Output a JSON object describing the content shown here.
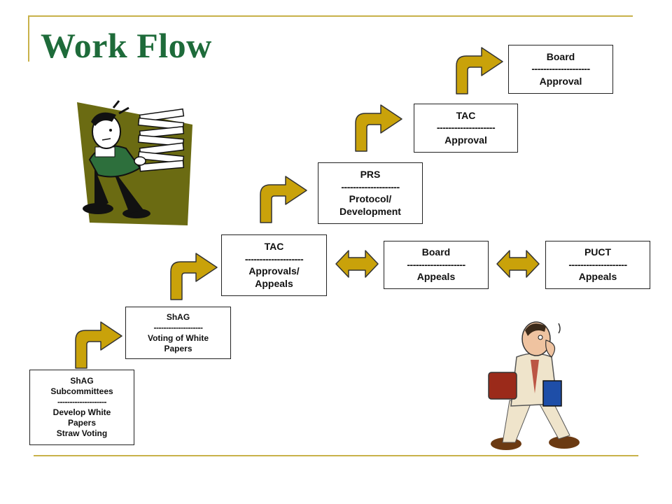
{
  "title": "Work Flow",
  "separator": "--------------------",
  "boxes": {
    "shag_subcommittees": {
      "lines": [
        "ShAG",
        "Subcommittees",
        "Develop White",
        "Papers",
        "Straw Voting"
      ]
    },
    "shag_voting": {
      "top": "ShAG",
      "bottom": [
        "Voting of White",
        "Papers"
      ]
    },
    "tac_appeals": {
      "top": "TAC",
      "bottom": [
        "Approvals/",
        "Appeals"
      ]
    },
    "prs": {
      "top": "PRS",
      "bottom": [
        "Protocol/",
        "Development"
      ]
    },
    "tac_approval": {
      "top": "TAC",
      "bottom": "Approval"
    },
    "board_approval": {
      "top": "Board",
      "bottom": "Approval"
    },
    "board_appeals": {
      "top": "Board",
      "bottom": "Appeals"
    },
    "puct_appeals": {
      "top": "PUCT",
      "bottom": "Appeals"
    }
  },
  "colors": {
    "title": "#1e6b3a",
    "arrow_fill": "#c9a20a",
    "rule": "#c8b24a",
    "clipart_bg": "#6b6b12"
  },
  "icons": [
    "bent-up-arrow-icon",
    "double-arrow-icon",
    "man-carrying-papers-icon",
    "man-with-briefcase-icon"
  ]
}
